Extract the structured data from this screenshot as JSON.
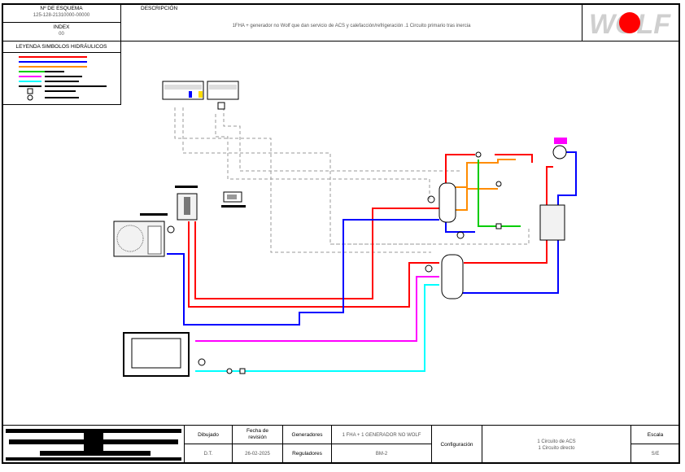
{
  "header": {
    "scheme_no_label": "Nº DE ESQUEMA",
    "scheme_no_value": "125-128-21310000-00000",
    "index_label": "INDEX",
    "index_value": "00",
    "description_label": "DESCRIPCIÓN",
    "description_value": "1FHA + generador no Wolf que dan servicio de ACS y calefacción/refrigeración .1 Circuito primario tras inercia",
    "logo_text": "WOLF"
  },
  "legend": {
    "title": "LEYENDA SIMBOLOS HIDRÁULICOS",
    "line_colors": [
      "#ff0000",
      "#0000ff",
      "#ff8c00",
      "#00cc00",
      "#ff00ff",
      "#00ffff"
    ]
  },
  "footer": {
    "dibujado_label": "Dibujado",
    "dibujado_value": "D.T.",
    "fecha_label": "Fecha de revisión",
    "fecha_value": "26-02-2025",
    "generadores_label": "Generadores",
    "generadores_value": "1 FHA + 1 GENERADOR NO WOLF",
    "reguladores_label": "Reguladores",
    "reguladores_value": "BM-2",
    "configuracion_label": "Configuración",
    "config_line1": "1 Circuito de ACS",
    "config_line2": "1 Circuito directo",
    "escala_label": "Escala",
    "escala_value": "S/E"
  },
  "colors": {
    "red": "#ff0000",
    "blue": "#0000ff",
    "orange": "#ff8c00",
    "green": "#00cc00",
    "magenta": "#ff00ff",
    "cyan": "#00ffff",
    "control": "#999999",
    "logo_red": "#ff0000",
    "logo_grey": "#cfcfcf"
  }
}
